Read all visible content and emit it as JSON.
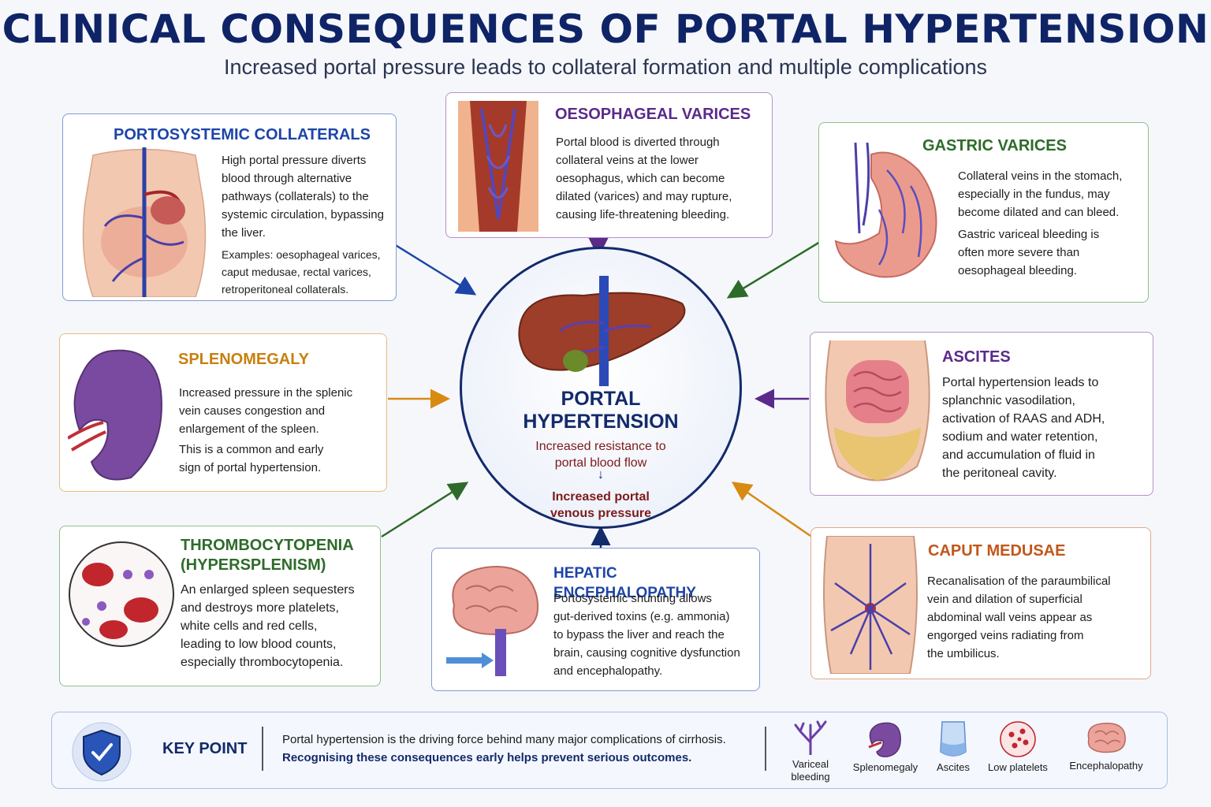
{
  "title": "CLINICAL CONSEQUENCES OF PORTAL HYPERTENSION",
  "subtitle": "Increased portal pressure leads to collateral formation and multiple complications",
  "center": {
    "title_line1": "PORTAL",
    "title_line2": "HYPERTENSION",
    "cause_line1": "Increased resistance to",
    "cause_line2": "portal blood flow",
    "arrow": "↓",
    "effect_line1": "Increased portal",
    "effect_line2": "venous pressure"
  },
  "cards": {
    "collaterals": {
      "heading": "PORTOSYSTEMIC COLLATERALS",
      "lines": [
        "High portal pressure diverts",
        "blood through alternative",
        "pathways (collaterals) to the",
        "systemic circulation, bypassing",
        "the liver."
      ],
      "example_lines": [
        "Examples:  oesophageal varices,",
        "caput medusae, rectal varices,",
        "retroperitoneal collaterals."
      ]
    },
    "oesophageal": {
      "heading": "OESOPHAGEAL VARICES",
      "lines": [
        "Portal blood is diverted through",
        "collateral veins at the lower",
        "oesophagus, which can become",
        "dilated (varices) and may rupture,",
        "causing life-threatening bleeding."
      ]
    },
    "gastric": {
      "heading": "GASTRIC VARICES",
      "lines": [
        "Collateral veins in the stomach,",
        "especially in the fundus, may",
        "become dilated and can bleed."
      ],
      "lines2": [
        "Gastric variceal bleeding is",
        "often more severe than",
        "oesophageal bleeding."
      ]
    },
    "spleno": {
      "heading": "SPLENOMEGALY",
      "lines": [
        "Increased pressure in the splenic",
        "vein causes congestion and",
        "enlargement of the spleen."
      ],
      "lines2": [
        "This is a common and early",
        "sign of portal hypertension."
      ]
    },
    "ascites": {
      "heading": "ASCITES",
      "lines": [
        "Portal hypertension leads to",
        "splanchnic vasodilation,",
        "activation of RAAS and ADH,",
        "sodium and water retention,",
        "and accumulation of fluid in",
        "the peritoneal cavity."
      ]
    },
    "thrombo": {
      "heading_line1": "THROMBOCYTOPENIA",
      "heading_line2": "(HYPERSPLENISM)",
      "lines": [
        "An enlarged spleen sequesters",
        "and destroys more platelets,",
        "white cells and red cells,",
        "leading to low blood counts,",
        "especially thrombocytopenia."
      ]
    },
    "hepatic": {
      "heading": "HEPATIC ENCEPHALOPATHY",
      "lines": [
        "Portosystemic shunting allows",
        "gut-derived toxins (e.g. ammonia)",
        "to bypass the liver and reach the",
        "brain, causing cognitive dysfunction",
        "and encephalopathy."
      ]
    },
    "caput": {
      "heading": "CAPUT MEDUSAE",
      "lines": [
        "Recanalisation of the paraumbilical",
        "vein and dilation of superficial",
        "abdominal wall veins appear as",
        "engorged veins radiating from",
        "the umbilicus."
      ]
    }
  },
  "key_point": {
    "label": "KEY POINT",
    "line1": "Portal hypertension is the driving force behind many major complications of cirrhosis.",
    "line2": "Recognising these consequences early helps prevent serious outcomes.",
    "icons": [
      {
        "label_line1": "Variceal",
        "label_line2": "bleeding",
        "icon": "varices-icon"
      },
      {
        "label_line1": "Splenomegaly",
        "label_line2": "",
        "icon": "spleen-icon"
      },
      {
        "label_line1": "Ascites",
        "label_line2": "",
        "icon": "ascites-icon"
      },
      {
        "label_line1": "Low platelets",
        "label_line2": "",
        "icon": "platelets-icon"
      },
      {
        "label_line1": "Encephalopathy",
        "label_line2": "",
        "icon": "brain-icon"
      }
    ]
  },
  "colors": {
    "navy": "#132a6b",
    "blue": "#1d45a8",
    "purple": "#5a2a8a",
    "green": "#2e6b2a",
    "orange": "#c7800f",
    "burnt_orange": "#c2561a",
    "maroon": "#7d1a1a"
  }
}
